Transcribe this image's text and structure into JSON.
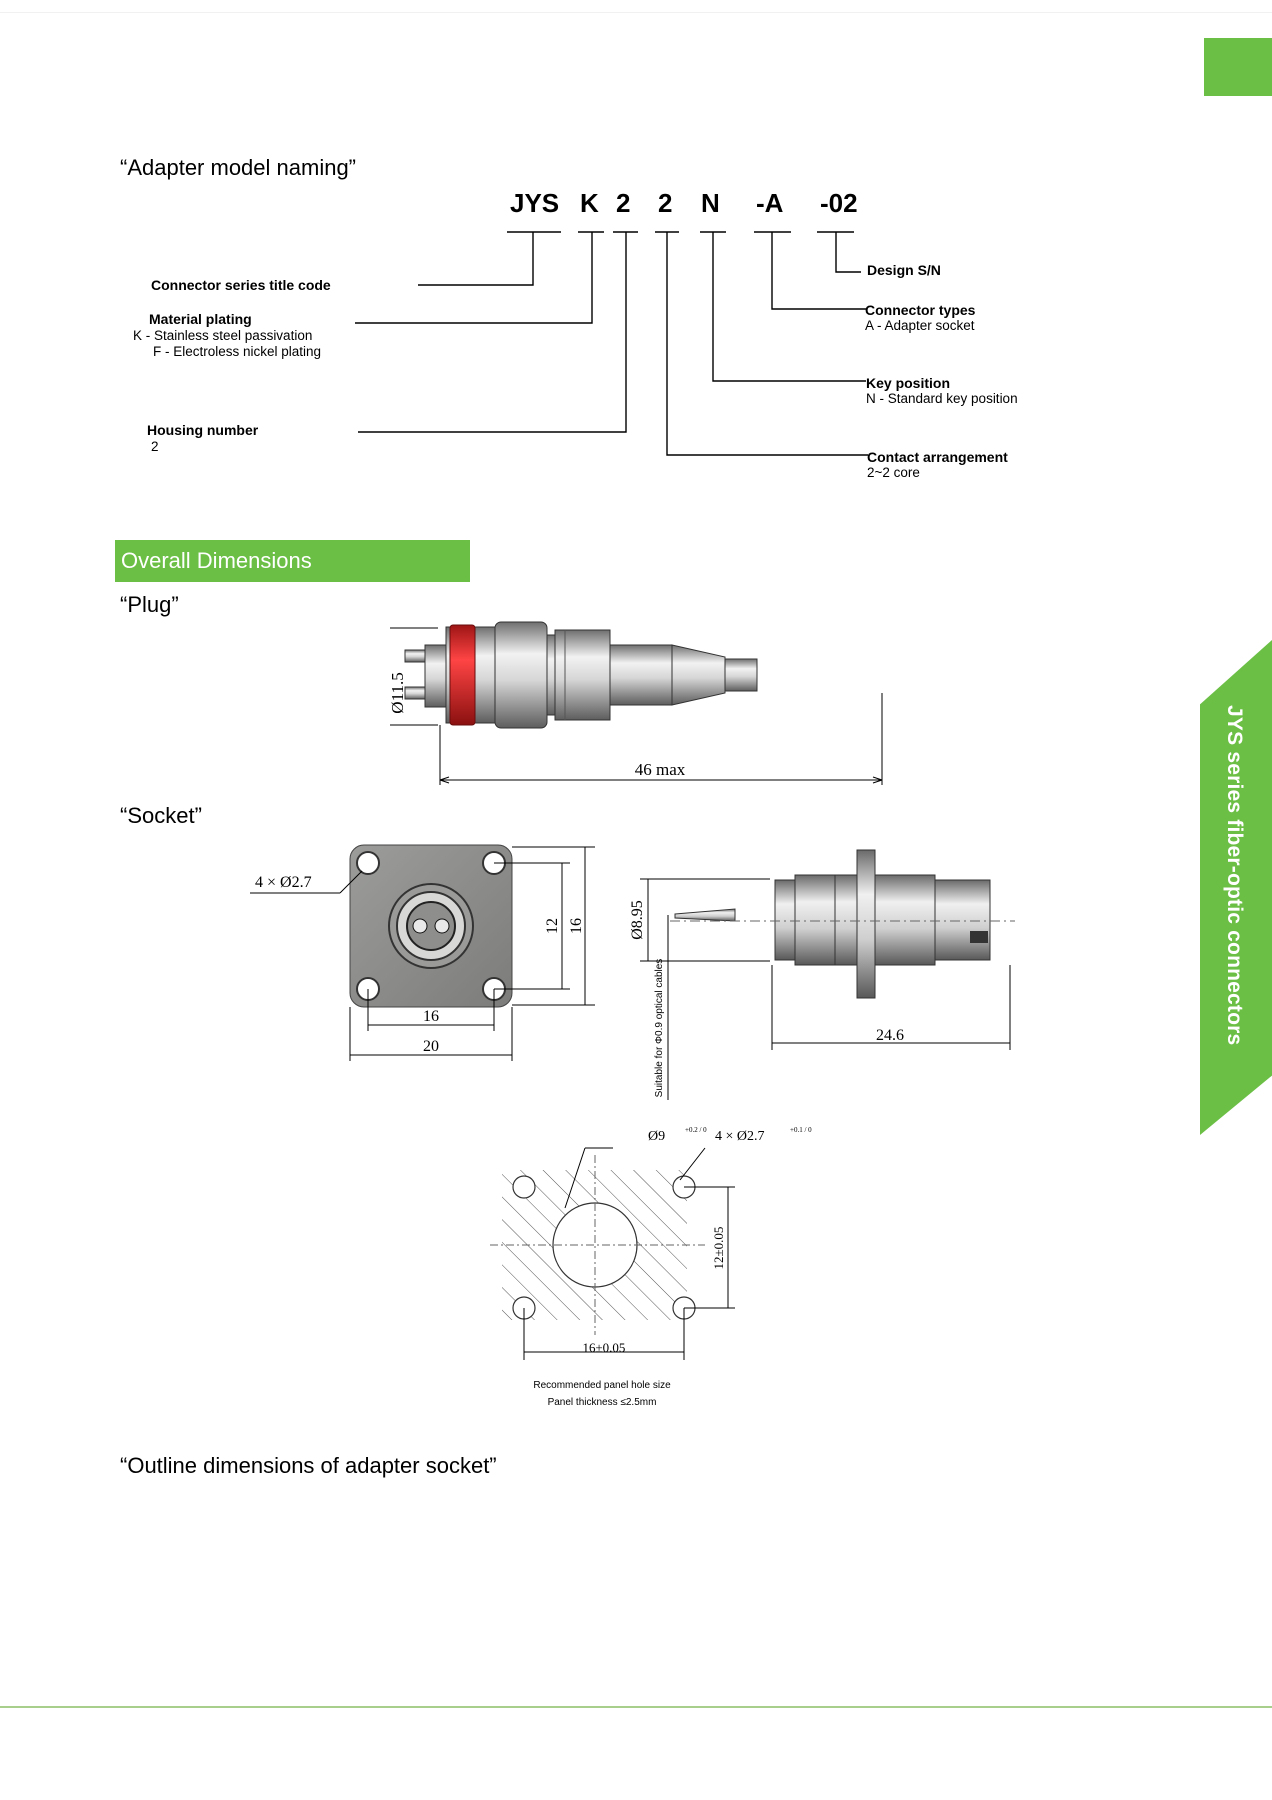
{
  "naming": {
    "heading": "“Adapter model naming”",
    "code": [
      "JYS",
      "K",
      "2",
      "2",
      "N",
      "-A",
      "-02"
    ],
    "labels": {
      "series": "Connector series title code",
      "material_title": "Material plating",
      "material_k": "K - Stainless steel passivation",
      "material_f": "F - Electroless nickel plating",
      "housing_title": "Housing number",
      "housing_value": "2",
      "design": "Design S/N",
      "types_title": "Connector types",
      "types_value": "A - Adapter socket",
      "key_title": "Key position",
      "key_value": "N - Standard key position",
      "contact_title": "Contact arrangement",
      "contact_value": "2~2 core"
    }
  },
  "overall": {
    "banner": "Overall Dimensions",
    "plug_heading": "“Plug”",
    "socket_heading": "“Socket”",
    "outline_heading": "“Outline dimensions of adapter socket”",
    "plug_dims": {
      "dia": "Ø11.5",
      "len": "46 max"
    },
    "socket_front": {
      "holes": "4 × Ø2.7",
      "d12": "12",
      "d16v": "16",
      "d16": "16",
      "d20": "20"
    },
    "socket_side": {
      "dia": "Ø8.95",
      "len": "24.6",
      "cable_note": "Suitable for Φ0.9 optical cables"
    },
    "panel": {
      "dia": "Ø9",
      "dia_tol": "+0.2 / 0",
      "holes": "4 × Ø2.7",
      "holes_tol": "+0.1 / 0",
      "w": "16±0.05",
      "h": "12±0.05",
      "note1": "Recommended panel hole size",
      "note2": "Panel thickness ≤2.5mm"
    }
  },
  "side_tab": "JYS series fiber-optic connectors",
  "colors": {
    "accent": "#6bbf45",
    "ring": "#d8262b"
  }
}
